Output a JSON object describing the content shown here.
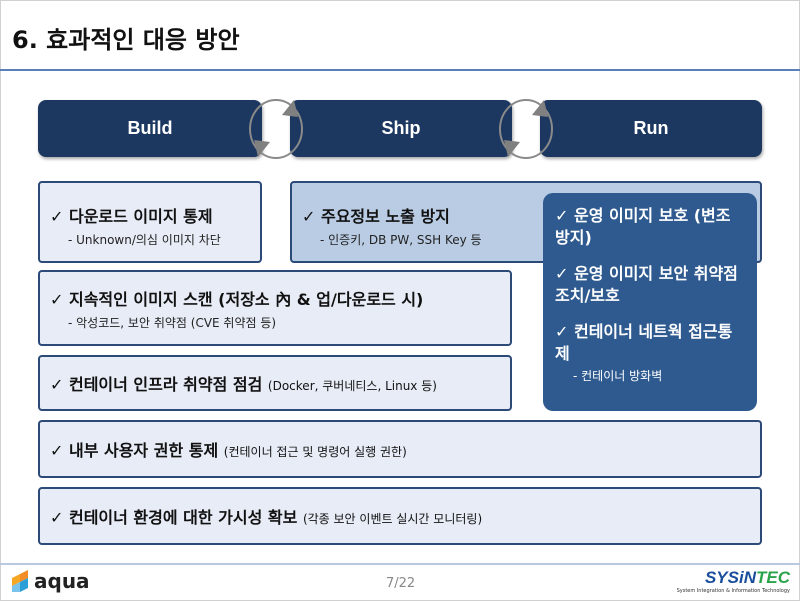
{
  "title": "6. 효과적인 대응 방안",
  "phases": [
    "Build",
    "Ship",
    "Run"
  ],
  "boxes": {
    "download": {
      "heading": "다운로드 이미지 통제",
      "sub": "- Unknown/의심 이미지 차단"
    },
    "exposure": {
      "heading": "주요정보 노출 방지",
      "sub": "- 인증키, DB PW, SSH Key 등"
    },
    "scan": {
      "heading": "지속적인 이미지 스캔 (저장소 內 & 업/다운로드 시)",
      "sub": "- 악성코드, 보안 취약점 (CVE 취약점 등)"
    },
    "infra": {
      "heading": "컨테이너 인프라 취약점 점검",
      "note": "(Docker, 쿠버네티스, Linux 등)"
    },
    "auth": {
      "heading": "내부 사용자 권한 통제",
      "note": "(컨테이너 접근 및 명령어 실행 권한)"
    },
    "visibility": {
      "heading": "컨테이너 환경에 대한 가시성 확보",
      "note": "(각종 보안 이벤트 실시간 모니터링)"
    }
  },
  "run": {
    "items": [
      {
        "heading": "운영 이미지 보호 (변조 방지)"
      },
      {
        "heading": "운영 이미지 보안 취약점 조치/보호"
      },
      {
        "heading": "컨테이너 네트웍 접근통제",
        "sub": "- 컨테이너 방화벽"
      }
    ]
  },
  "check": "✓",
  "footer": {
    "page": "7/22",
    "left_logo": "aqua",
    "right_logo": "SYSiNTEC",
    "right_tagline": "System Integration & Information Technology"
  },
  "colors": {
    "navy": "#1c3861",
    "run": "#2e5a8f",
    "light": "#e7ecf6",
    "mid": "#b9cce4"
  }
}
